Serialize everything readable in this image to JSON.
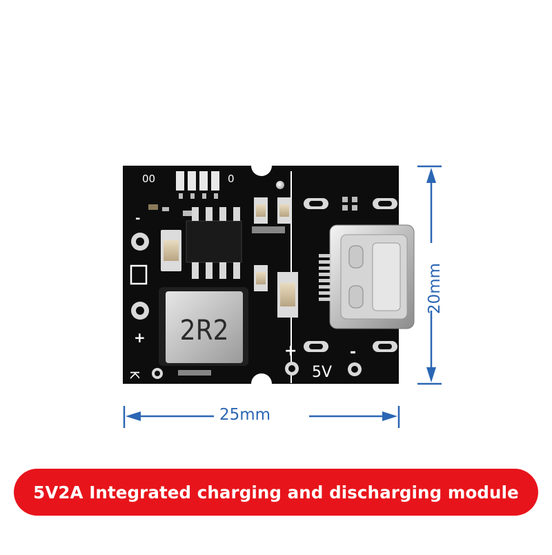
{
  "board": {
    "markings_top": "00",
    "marking_zero": "0",
    "minus_left": "-",
    "plus_left": "+",
    "k_label": "K",
    "inductor_code": "2R2",
    "plus_output": "+",
    "minus_output": "-",
    "voltage_label": "5V"
  },
  "dimensions": {
    "width_label": "25mm",
    "height_label": "20mm"
  },
  "banner": {
    "text": "5V2A Integrated charging and discharging module"
  },
  "colors": {
    "dimension_blue": "#2b66b4",
    "banner_red": "#e8141b",
    "pcb_black": "#0d0d0d"
  }
}
